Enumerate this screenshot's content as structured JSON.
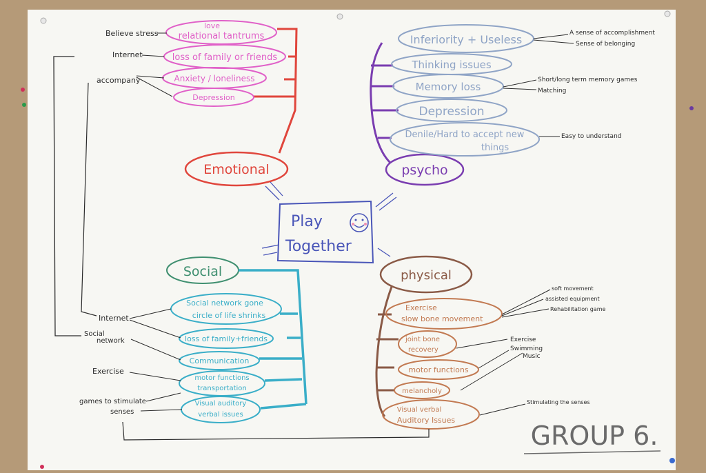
{
  "center": {
    "line1": "Play",
    "line2": "Together"
  },
  "footer": {
    "group_label": "GROUP 6."
  },
  "emotional": {
    "label": "Emotional",
    "nodes": [
      {
        "top": "love",
        "text": "relational tantrums",
        "note": "Believe stress"
      },
      {
        "text": "loss of family or friends",
        "note": "Internet"
      },
      {
        "text": "Anxiety / loneliness",
        "note": "accompany"
      },
      {
        "text": "Depression"
      }
    ]
  },
  "psycho": {
    "label": "psycho",
    "nodes": [
      {
        "text": "Inferiority + Useless",
        "notes": [
          "A sense of accomplishment",
          "Sense of belonging"
        ]
      },
      {
        "text": "Thinking issues"
      },
      {
        "text": "Memory loss",
        "notes": [
          "Short/long term memory games",
          "Matching"
        ]
      },
      {
        "text": "Depression"
      },
      {
        "line1": "Denile/Hard to accept new",
        "line2": "things",
        "notes": [
          "Easy to understand"
        ]
      }
    ]
  },
  "social": {
    "label": "Social",
    "nodes": [
      {
        "line1": "Social network gone",
        "line2": "circle of life shrinks"
      },
      {
        "text": "loss of family+friends"
      },
      {
        "text": "Communication"
      },
      {
        "line1": "motor functions",
        "line2": "transportation"
      },
      {
        "line1": "Visual auditory",
        "line2": "verbal issues"
      }
    ],
    "notes": {
      "internet": "Internet",
      "social_line1": "Social",
      "social_line2": "network",
      "exercise": "Exercise",
      "games_line1": "games to stimulate",
      "games_line2": "senses"
    }
  },
  "physical": {
    "label": "physical",
    "nodes": [
      {
        "line1": "Exercise",
        "line2": "slow bone movement",
        "notes": [
          "soft movement",
          "assisted equipment",
          "Rehabilitation game"
        ]
      },
      {
        "line1": "joint bone",
        "line2": "recovery"
      },
      {
        "text": "motor functions",
        "notes": [
          "Exercise",
          "Swimming",
          "Music"
        ]
      },
      {
        "text": "melancholy"
      },
      {
        "line1": "Visual verbal",
        "line2": "Auditory Issues",
        "notes": [
          "Stimulating the senses"
        ]
      }
    ]
  },
  "colors": {
    "paper": "#f7f7f3",
    "emotional": "#e0463c",
    "emotional_nodes": "#e060c8",
    "psycho": "#7a3db0",
    "psycho_nodes": "#8fa4c6",
    "social": "#3aaec8",
    "social_label": "#3f8f70",
    "physical": "#8a5a46",
    "physical_nodes": "#c27a52",
    "center": "#4a56b8",
    "ink": "#2b2b2b"
  }
}
